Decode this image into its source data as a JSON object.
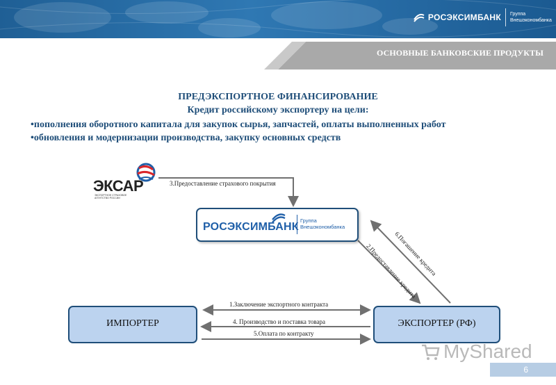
{
  "header": {
    "brand_name": "РОСЭКСИМБАНК",
    "brand_sub": "Группа Внешэкономбанка",
    "section_title": "ОСНОВНЫЕ БАНКОВСКИЕ ПРОДУКТЫ"
  },
  "intro": {
    "title": "ПРЕДЭКСПОРТНОЕ ФИНАНСИРОВАНИЕ",
    "subtitle": "Кредит российскому экспортеру на цели:",
    "bullets": [
      "•пополнения оборотного капитала для закупок сырья, запчастей, оплаты выполненных работ",
      "•обновления и модернизации производства, закупку основных средств"
    ]
  },
  "diagram": {
    "eskar": {
      "name": "ЭКСАР",
      "sub": "ЭКСПОРТНОЕ СТРАХОВОЕ АГЕНТСТВО РОССИИ"
    },
    "rosexim": {
      "name": "РОСЭКСИМБАНК",
      "sub": "Группа Внешэкономбанка"
    },
    "importer": "ИМПОРТЕР",
    "exporter": "ЭКСПОРТЕР (РФ)",
    "steps": {
      "s1": "1.Заключение экспортного контракта",
      "s2": "2.Предоставление кредита",
      "s3": "3.Предоставление страхового покрытия",
      "s4": "4. Производство и поставка товара",
      "s5": "5.Оплата по контракту",
      "s6": "6.Погашение кредита"
    }
  },
  "watermark": "MyShared",
  "page_number": "6",
  "colors": {
    "banner": "#2f78b3",
    "section_bar": "#a9a9a9",
    "headline": "#1f4e79",
    "party_box": "#bcd3ef",
    "box_border": "#1f4e79",
    "arrow": "#707070",
    "eskar_red": "#d9262b",
    "eskar_blue": "#1f5fa8"
  }
}
